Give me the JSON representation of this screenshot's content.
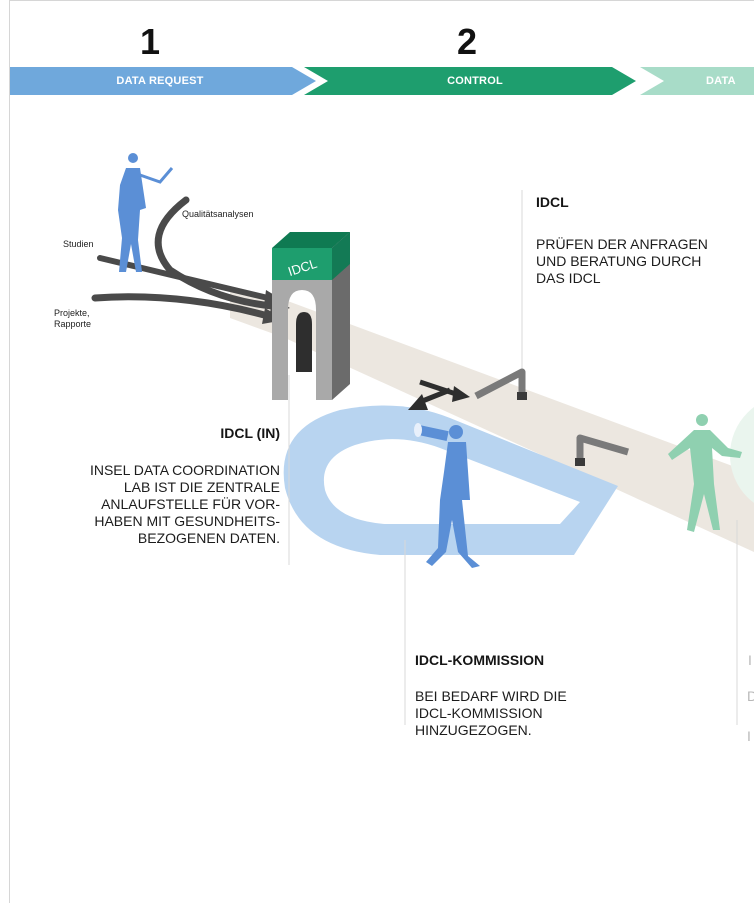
{
  "steps": [
    {
      "number": "1",
      "label": "DATA REQUEST",
      "color": "#6fa8dc"
    },
    {
      "number": "2",
      "label": "CONTROL",
      "color": "#1e9e6e"
    },
    {
      "number": "",
      "label": "DATA",
      "color": "#a8dcc8"
    }
  ],
  "inputs": {
    "studien": "Studien",
    "qualitaet": "Qualitätsanalysen",
    "projekte": "Projekte,\nRapporte"
  },
  "gate_sign": "IDCL",
  "blocks": {
    "idcl_in": {
      "title": "IDCL (IN)",
      "text": "INSEL DATA COORDINATION\nLAB IST DIE ZENTRALE\nANLAUFSTELLE FÜR VOR-\nHABEN MIT GESUNDHEITS-\nBEZOGENEN DATEN."
    },
    "idcl": {
      "title": "IDCL",
      "text": "PRÜFEN DER ANFRAGEN\nUND BERATUNG DURCH\nDAS IDCL"
    },
    "kommission": {
      "title": "IDCL-KOMMISSION",
      "text": "BEI BEDARF WIRD DIE\nIDCL-KOMMISSION\nHINZUGEZOGEN."
    },
    "cut_off": {
      "title": "I",
      "line1": "D",
      "line2": "I"
    }
  },
  "colors": {
    "blue": "#6fa8dc",
    "green": "#1e9e6e",
    "light_green": "#a8dcc8",
    "belt": "#ece7e0",
    "loop": "#b8d4f0",
    "figure_blue": "#5b8fd6",
    "figure_green": "#8fd0b0",
    "gate_grey": "#9a9a9a",
    "gate_green": "#1e9e6e"
  }
}
